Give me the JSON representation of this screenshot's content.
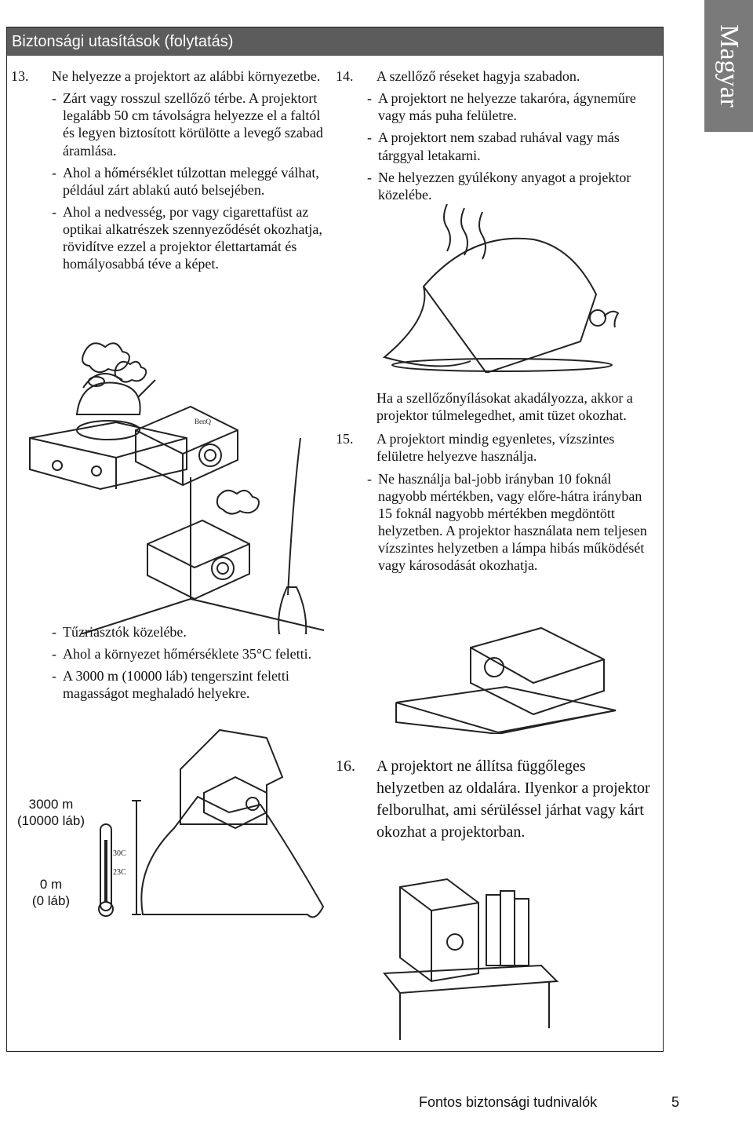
{
  "header": {
    "title": "Biztonsági utasítások (folytatás)",
    "language_tab": "Magyar"
  },
  "item13": {
    "number": "13.",
    "lead": "Ne helyezze a projektort az alábbi környezetbe.",
    "bullets": [
      "Zárt vagy rosszul szellőző térbe. A projektort legalább 50 cm távolságra helyezze el a faltól és legyen biztosított körülötte a levegő szabad áramlása.",
      "Ahol a hőmérséklet túlzottan meleggé válhat, például zárt ablakú autó belsejében.",
      "Ahol a nedvesség, por vagy cigarettafüst az optikai alkatrészek szennyeződését okozhatja, rövidítve ezzel a projektor élettartamát és homályosabbá téve a képet."
    ],
    "bullets_after": [
      "Tűzriasztók közelébe.",
      "Ahol a környezet hőmérséklete 35°C feletti.",
      "A 3000 m (10000 láb) tengerszint feletti magasságot meghaladó helyekre."
    ]
  },
  "item14": {
    "number": "14.",
    "lead": "A szellőző réseket hagyja szabadon.",
    "bullets": [
      "A projektort ne helyezze takaróra, ágyneműre vagy más puha felületre.",
      "A projektort nem szabad ruhával vagy más tárggyal letakarni.",
      "Ne helyezzen gyúlékony anyagot a projektor közelébe."
    ],
    "note": "Ha a szellőzőnyílásokat akadályozza, akkor a projektor túlmelegedhet, amit tüzet okozhat."
  },
  "item15": {
    "number": "15.",
    "lead": "A projektort mindig egyenletes, vízszintes felületre helyezve használja.",
    "bullets": [
      "Ne használja bal-jobb irányban 10 foknál nagyobb mértékben, vagy előre-hátra irányban 15 foknál nagyobb mértékben megdöntött helyzetben. A projektor használata nem teljesen vízszintes helyzetben a lámpa hibás működését vagy károsodását okozhatja."
    ]
  },
  "item16": {
    "number": "16.",
    "lead": "A projektort ne állítsa függőleges helyzetben az oldalára. Ilyenkor a projektor felborulhat, ami sérüléssel járhat vagy kárt okozhat a projektorban."
  },
  "altitude": {
    "high_m": "3000 m",
    "high_ft": "(10000 láb)",
    "low_m": "0 m",
    "low_ft": "(0 láb)",
    "thermo_high": "30C",
    "thermo_low": "23C"
  },
  "brand_on_device": "BenQ",
  "footer": {
    "section": "Fontos biztonsági tudnivalók",
    "page": "5"
  }
}
